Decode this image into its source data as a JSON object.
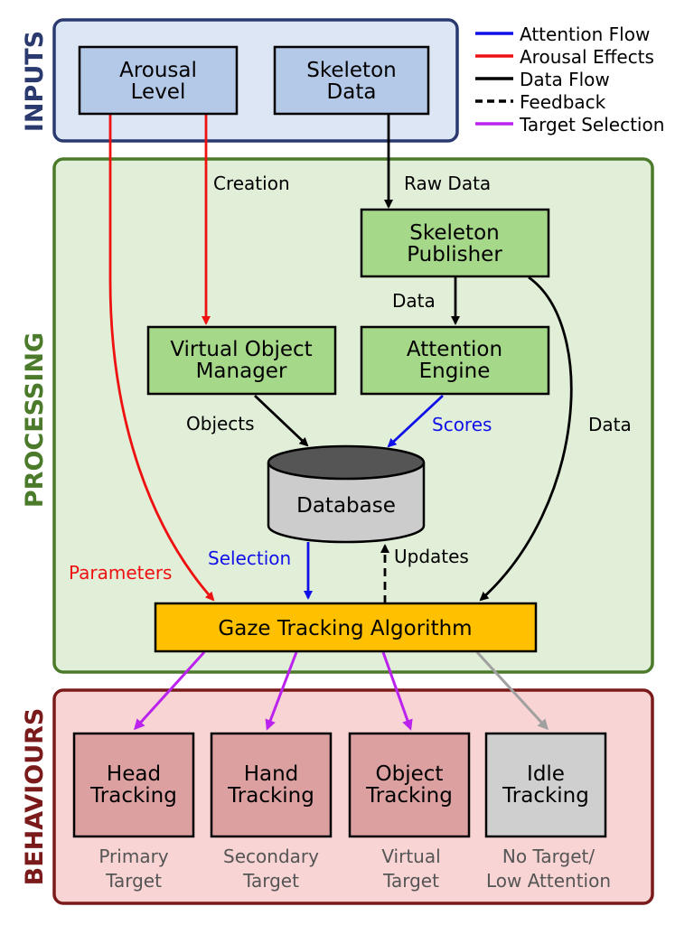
{
  "sections": {
    "inputs": "INPUTS",
    "processing": "PROCESSING",
    "behaviours": "BEHAVIOURS"
  },
  "legend": {
    "attention": "Attention Flow",
    "arousal": "Arousal Effects",
    "data": "Data Flow",
    "feedback": "Feedback",
    "target": "Target Selection"
  },
  "nodes": {
    "arousal_level": [
      "Arousal",
      "Level"
    ],
    "skeleton_data": [
      "Skeleton",
      "Data"
    ],
    "skeleton_publisher": [
      "Skeleton",
      "Publisher"
    ],
    "virtual_object_manager": [
      "Virtual Object",
      "Manager"
    ],
    "attention_engine": [
      "Attention",
      "Engine"
    ],
    "database": "Database",
    "gaze_tracking": "Gaze Tracking Algorithm",
    "head_tracking": [
      "Head",
      "Tracking"
    ],
    "hand_tracking": [
      "Hand",
      "Tracking"
    ],
    "object_tracking": [
      "Object",
      "Tracking"
    ],
    "idle_tracking": [
      "Idle",
      "Tracking"
    ]
  },
  "edge_labels": {
    "creation": "Creation",
    "raw_data": "Raw Data",
    "data_publisher_engine": "Data",
    "data_publisher_gaze": "Data",
    "objects": "Objects",
    "scores": "Scores",
    "selection": "Selection",
    "updates": "Updates",
    "parameters": "Parameters"
  },
  "targets": {
    "head": [
      "Primary",
      "Target"
    ],
    "hand": [
      "Secondary",
      "Target"
    ],
    "object": [
      "Virtual",
      "Target"
    ],
    "idle": [
      "No Target/",
      "Low Attention"
    ]
  },
  "colors": {
    "attention": "#1010e8",
    "arousal": "#ee1111",
    "data": "#000000",
    "target": "#bb22ee",
    "idle_arrow": "#a0a0a0",
    "inputs_title": "#2a3a6e",
    "processing_title": "#4a7a2a",
    "behaviours_title": "#7a1a1a"
  }
}
